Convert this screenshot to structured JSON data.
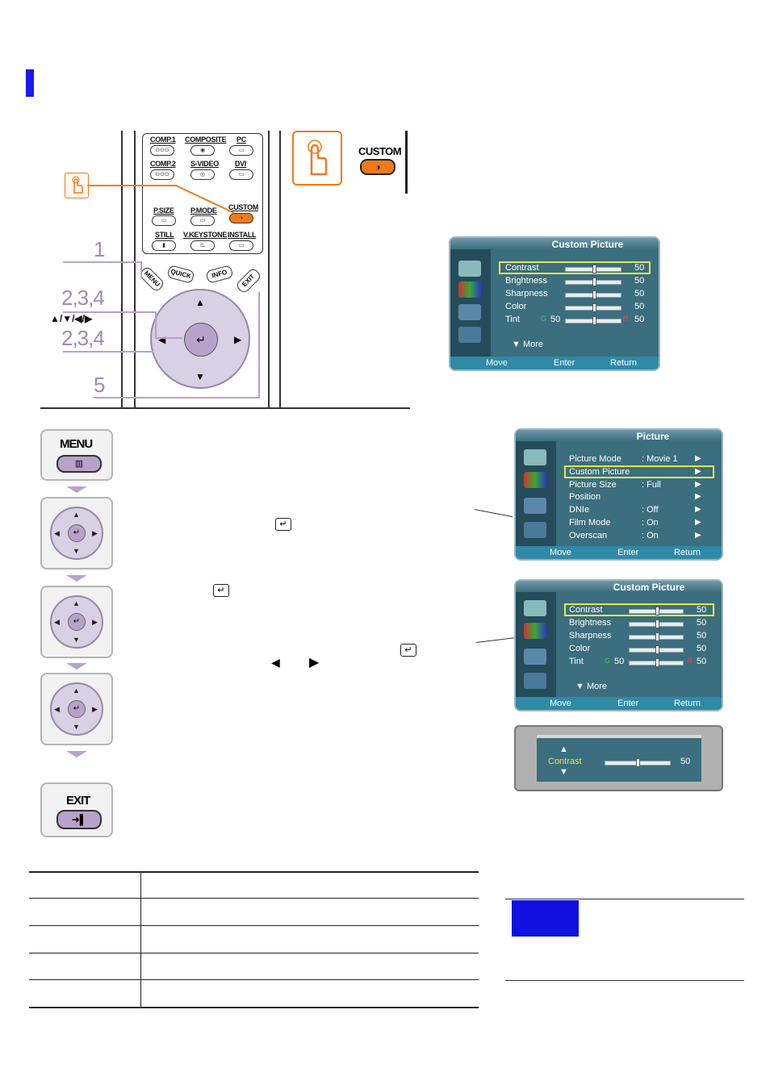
{
  "remote": {
    "buttons": [
      {
        "label": "COMP.1",
        "glyph": "⊙⊙⊙"
      },
      {
        "label": "COMPOSITE",
        "glyph": "◉"
      },
      {
        "label": "PC",
        "glyph": "▭"
      },
      {
        "label": "COMP.2",
        "glyph": "⊙⊙⊙"
      },
      {
        "label": "S-VIDEO",
        "glyph": "◎"
      },
      {
        "label": "DVI",
        "glyph": "▭"
      },
      {
        "label": "P.SIZE",
        "glyph": "▭"
      },
      {
        "label": "P.MODE",
        "glyph": "▭"
      },
      {
        "label": "CUSTOM",
        "glyph": "◑"
      },
      {
        "label": "STILL",
        "glyph": "▮"
      },
      {
        "label": "V.KEYSTONE",
        "glyph": "⏢"
      },
      {
        "label": "INSTALL",
        "glyph": "▭"
      }
    ],
    "upper_buttons": [
      {
        "label": "MENU"
      },
      {
        "label": "QUICK"
      },
      {
        "label": "INFO"
      },
      {
        "label": "EXIT"
      }
    ],
    "step_labels": [
      "1",
      "2,3,4",
      "2,3,4",
      "5"
    ],
    "arrows_label": "▲/▼/◀/▶",
    "enter_glyph": "↵"
  },
  "callout": {
    "button_label": "CUSTOM",
    "button_glyph": "◑"
  },
  "osd_custom_top": {
    "title": "Custom Picture",
    "rows": [
      {
        "label": "Contrast",
        "value": "50"
      },
      {
        "label": "Brightness",
        "value": "50"
      },
      {
        "label": "Sharpness",
        "value": "50"
      },
      {
        "label": "Color",
        "value": "50"
      },
      {
        "label": "Tint",
        "value": "50",
        "left": "50",
        "g": "G",
        "r": "R"
      }
    ],
    "more": "▼ More",
    "footer": [
      "Move",
      "Enter",
      "Return"
    ]
  },
  "osd_picture": {
    "title": "Picture",
    "rows": [
      {
        "label": "Picture Mode",
        "value": ": Movie 1",
        "arrow": "▶"
      },
      {
        "label": "Custom Picture",
        "value": "",
        "arrow": "▶"
      },
      {
        "label": "Picture Size",
        "value": ": Full",
        "arrow": "▶"
      },
      {
        "label": "Position",
        "value": "",
        "arrow": "▶"
      },
      {
        "label": "DNIe",
        "value": ": Off",
        "arrow": "▶"
      },
      {
        "label": "Film Mode",
        "value": ": On",
        "arrow": "▶"
      },
      {
        "label": "Overscan",
        "value": ": On",
        "arrow": "▶"
      }
    ],
    "footer": [
      "Move",
      "Enter",
      "Return"
    ]
  },
  "osd_custom_bottom": {
    "title": "Custom Picture",
    "rows": [
      {
        "label": "Contrast",
        "value": "50"
      },
      {
        "label": "Brightness",
        "value": "50"
      },
      {
        "label": "Sharpness",
        "value": "50"
      },
      {
        "label": "Color",
        "value": "50"
      },
      {
        "label": "Tint",
        "value": "50",
        "left": "50",
        "g": "G",
        "r": "R"
      }
    ],
    "more": "▼ More",
    "footer": [
      "Move",
      "Enter",
      "Return"
    ]
  },
  "osd_contrast": {
    "up": "▲",
    "label": "Contrast",
    "down": "▼",
    "value": "50"
  },
  "steps": {
    "menu_label": "MENU",
    "exit_label": "EXIT",
    "enter_glyph": "↵",
    "left_glyph": "◀",
    "right_glyph": "▶",
    "dpad_up": "▲",
    "dpad_down": "▼",
    "dpad_left": "◀",
    "dpad_right": "▶"
  },
  "colors": {
    "accent_blue": "#1a1aee",
    "osd_highlight": "#e8e840",
    "step_purple": "#b8a2cc",
    "custom_orange": "#f07a1a"
  }
}
